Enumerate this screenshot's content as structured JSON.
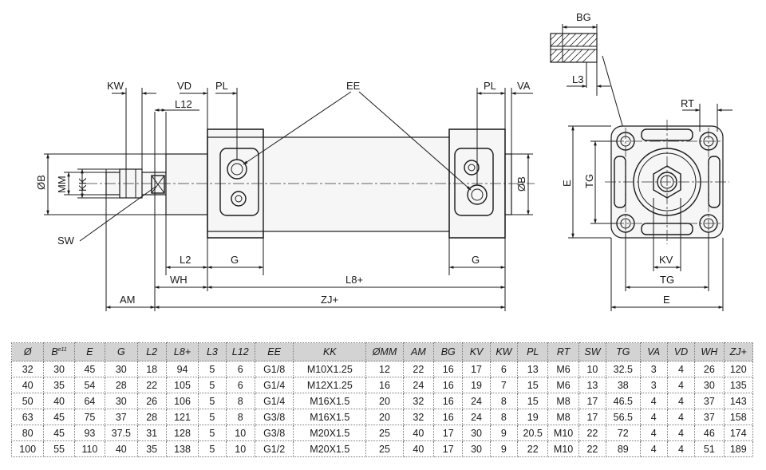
{
  "drawing": {
    "labels": {
      "kw": "KW",
      "vd": "VD",
      "pl_left": "PL",
      "ee": "EE",
      "pl_right": "PL",
      "va": "VA",
      "l12": "L12",
      "ob_left": "ØB",
      "mm": "MM",
      "kk": "KK",
      "sw": "SW",
      "l2": "L2",
      "g_left": "G",
      "g_right": "G",
      "ob_right": "ØB",
      "wh": "WH",
      "l8": "L8+",
      "am": "AM",
      "zj": "ZJ+",
      "bg": "BG",
      "l3": "L3",
      "rt": "RT",
      "e_side": "E",
      "tg_side": "TG",
      "kv": "KV",
      "tg_bottom": "TG",
      "e_bottom": "E"
    }
  },
  "table": {
    "headers": [
      "Ø",
      "B",
      "E",
      "G",
      "L2",
      "L8+",
      "L3",
      "L12",
      "EE",
      "KK",
      "ØMM",
      "AM",
      "BG",
      "KV",
      "KW",
      "PL",
      "RT",
      "SW",
      "TG",
      "VA",
      "VD",
      "WH",
      "ZJ+"
    ],
    "b_superscript": "e11",
    "rows": [
      [
        "32",
        "30",
        "45",
        "30",
        "18",
        "94",
        "5",
        "6",
        "G1/8",
        "M10X1.25",
        "12",
        "22",
        "16",
        "17",
        "6",
        "13",
        "M6",
        "10",
        "32.5",
        "3",
        "4",
        "26",
        "120"
      ],
      [
        "40",
        "35",
        "54",
        "28",
        "22",
        "105",
        "5",
        "6",
        "G1/4",
        "M12X1.25",
        "16",
        "24",
        "16",
        "19",
        "7",
        "15",
        "M6",
        "13",
        "38",
        "3",
        "4",
        "30",
        "135"
      ],
      [
        "50",
        "40",
        "64",
        "30",
        "26",
        "106",
        "5",
        "8",
        "G1/4",
        "M16X1.5",
        "20",
        "32",
        "16",
        "24",
        "8",
        "15",
        "M8",
        "17",
        "46.5",
        "4",
        "4",
        "37",
        "143"
      ],
      [
        "63",
        "45",
        "75",
        "37",
        "28",
        "121",
        "5",
        "8",
        "G3/8",
        "M16X1.5",
        "20",
        "32",
        "16",
        "24",
        "8",
        "19",
        "M8",
        "17",
        "56.5",
        "4",
        "4",
        "37",
        "158"
      ],
      [
        "80",
        "45",
        "93",
        "37.5",
        "31",
        "128",
        "5",
        "10",
        "G3/8",
        "M20X1.5",
        "25",
        "40",
        "17",
        "30",
        "9",
        "20.5",
        "M10",
        "22",
        "72",
        "4",
        "4",
        "46",
        "174"
      ],
      [
        "100",
        "55",
        "110",
        "40",
        "35",
        "138",
        "5",
        "10",
        "G1/2",
        "M20X1.5",
        "25",
        "40",
        "17",
        "30",
        "9",
        "22",
        "M10",
        "22",
        "89",
        "4",
        "4",
        "51",
        "189"
      ]
    ]
  }
}
